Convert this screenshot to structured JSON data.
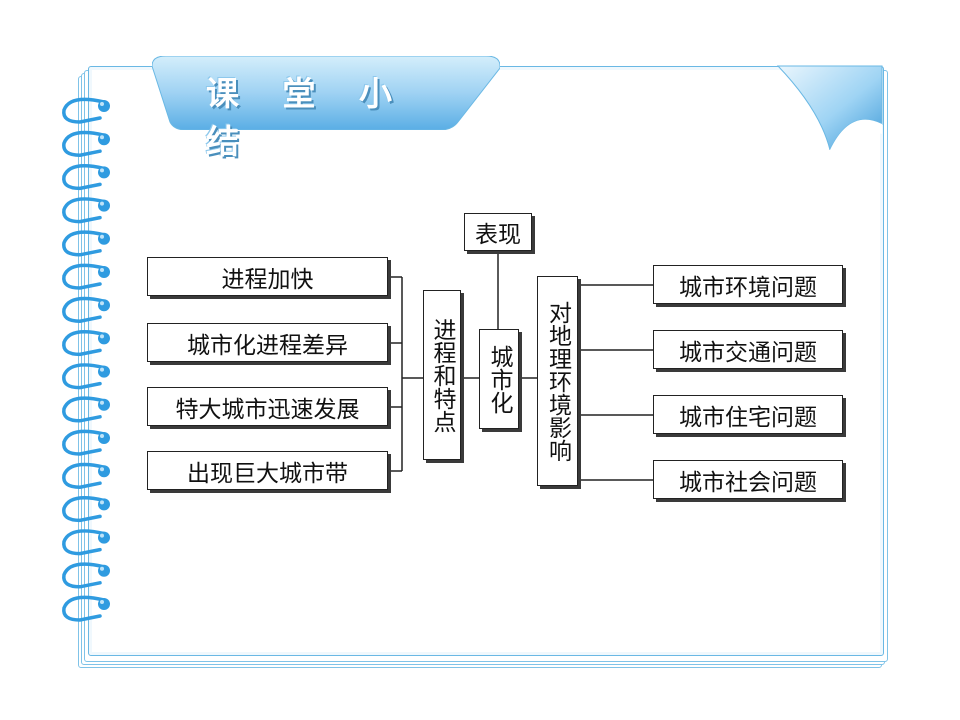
{
  "title": "课 堂 小 结",
  "diagram": {
    "top": "表现",
    "center": "城市化",
    "left_group": {
      "label": "进程和特点",
      "items": [
        "进程加快",
        "城市化进程差异",
        "特大城市迅速发展",
        "出现巨大城市带"
      ]
    },
    "right_group": {
      "label": "对地理环境影响",
      "items": [
        "城市环境问题",
        "城市交通问题",
        "城市住宅问题",
        "城市社会问题"
      ]
    }
  },
  "colors": {
    "accent": "#6ab8e4",
    "ring": "#2f9be0",
    "tab_top": "#b8dff6",
    "tab_bottom": "#5fb2e6"
  }
}
